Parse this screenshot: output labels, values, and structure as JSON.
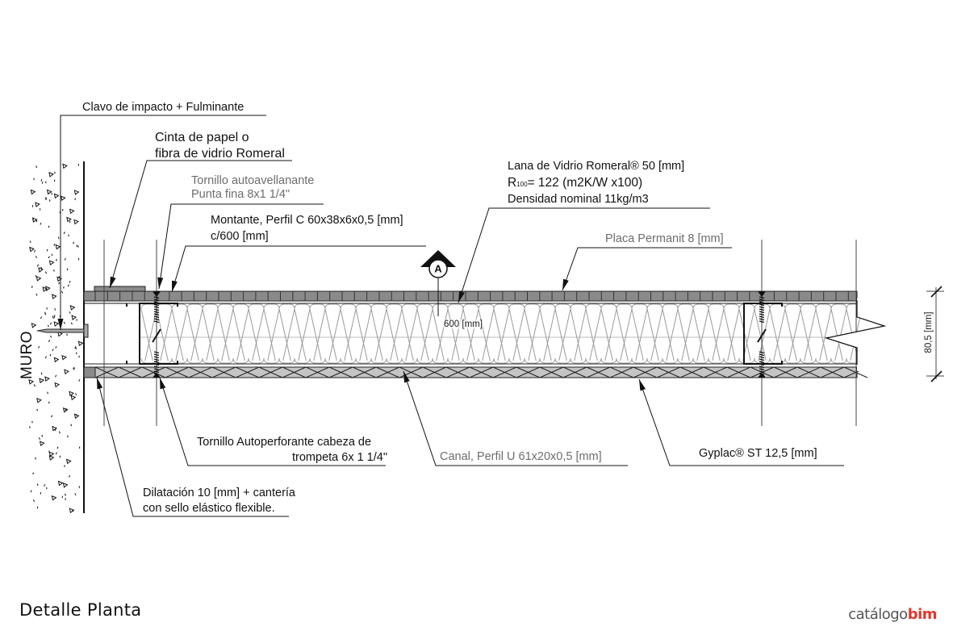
{
  "drawing_title": "Detalle Planta",
  "brand": {
    "part1": "catálogo",
    "part2": "bim",
    "accent_color": "#e2372c"
  },
  "wall_label": "MURO",
  "section_marker": "A",
  "annotations": {
    "clavo": "Clavo de impacto + Fulminante",
    "cinta_line1": "Cinta de papel o",
    "cinta_line2": "fibra de vidrio Romeral",
    "tornillo_auto_line1": "Tornillo autoavellanante",
    "tornillo_auto_line2": "Punta fina 8x1 1/4\"",
    "montante_line1": "Montante, Perfil C 60x38x6x0,5 [mm]",
    "montante_line2": "c/600 [mm]",
    "lana_line1": "Lana de Vidrio Romeral® 50 [mm]",
    "lana_line2_prefix": "R",
    "lana_line2_sub": "100",
    "lana_line2_rest": "= 122 (m2K/W x100)",
    "lana_line3": "Densidad nominal 11kg/m3",
    "placa": "Placa Permanit 8 [mm]",
    "tornillo_perf_line1": "Tornillo Autoperforante cabeza de",
    "tornillo_perf_line2": "trompeta 6x 1 1/4\"",
    "dilatacion_line1": "Dilatación 10 [mm] + cantería",
    "dilatacion_line2": "con sello elástico flexible.",
    "canal": "Canal, Perfil U 61x20x0,5 [mm]",
    "gyplac": "Gyplac® ST 12,5 [mm]"
  },
  "dimensions": {
    "spacing": "600 [mm]",
    "thickness": "80,5 [mm]"
  },
  "colors": {
    "permanit_board": "#8a8a8a",
    "gyplac_board": "#c4c4c4",
    "insulation_stroke": "#9a9a9a",
    "line": "#111111",
    "gray_text": "#6d6d6d"
  }
}
